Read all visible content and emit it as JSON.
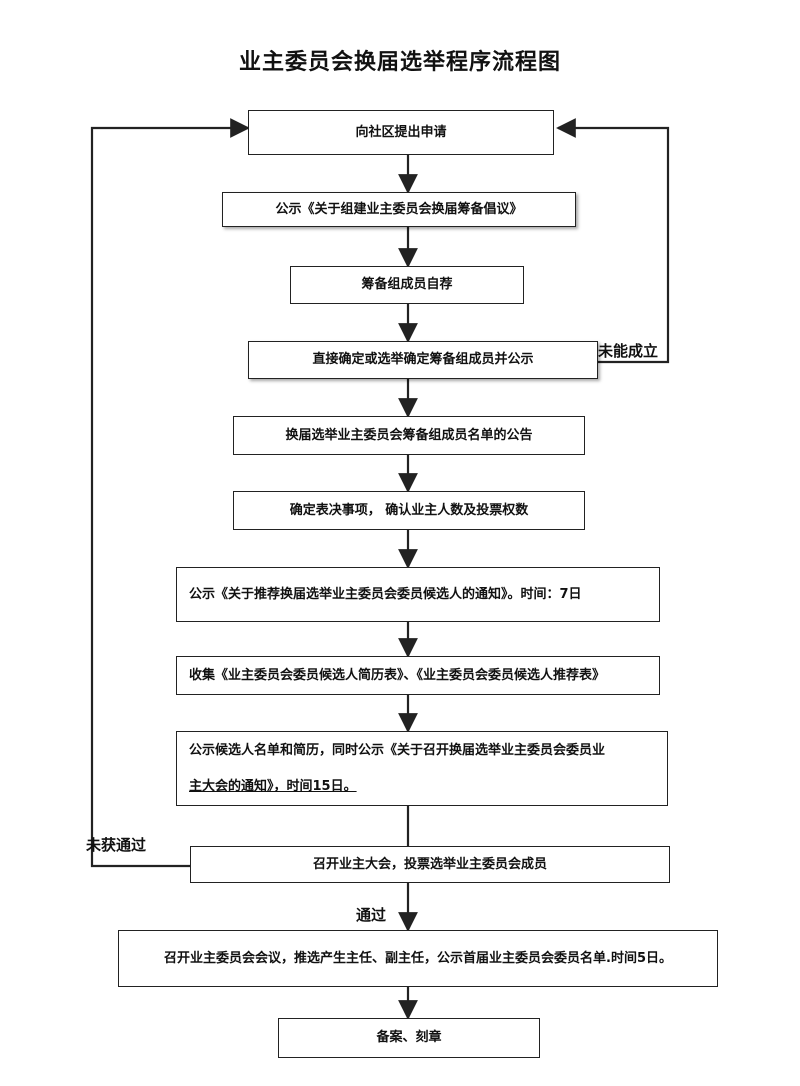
{
  "title": "业主委员会换届选举程序流程图",
  "steps": {
    "s1": "向社区提出申请",
    "s2": "公示《关于组建业主委员会换届筹备倡议》",
    "s3": "筹备组成员自荐",
    "s4": "直接确定或选举确定筹备组成员并公示",
    "s5": "换届选举业主委员会筹备组成员名单的公告",
    "s6": "确定表决事项，  确认业主人数及投票权数",
    "s7": "公示《关于推荐换届选举业主委员会委员候选人的通知》。时间：7日",
    "s8": "收集《业主委员会委员候选人简历表》、《业主委员会委员候选人推荐表》",
    "s9_line1": "公示候选人名单和简历，同时公示《关于召开换届选举业主委员会委员业",
    "s9_line2": "主大会的通知》，时间15日。",
    "s10": "召开业主大会，投票选举业主委员会成员",
    "s11": "召开业主委员会会议，推选产生主任、副主任，公示首届业主委员会委员名单.时间5日。",
    "s12": "备案、刻章"
  },
  "labels": {
    "not_established": "未能成立",
    "not_passed": "未获通过",
    "passed": "通过"
  }
}
